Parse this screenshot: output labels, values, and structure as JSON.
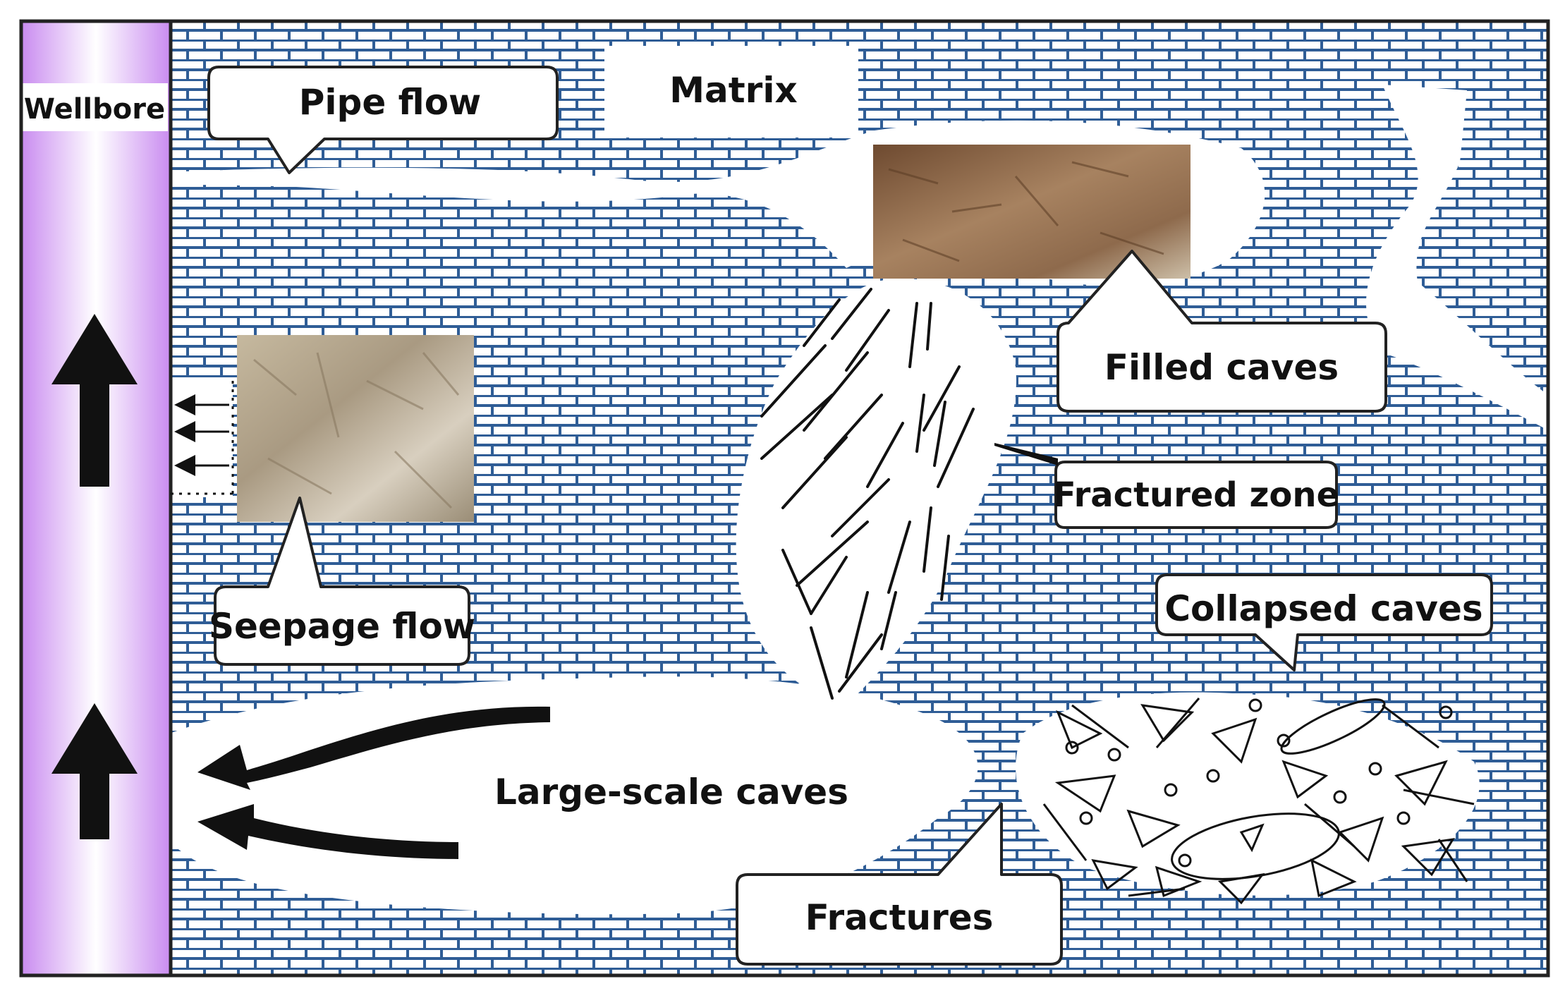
{
  "labels": {
    "wellbore": "Wellbore",
    "pipe_flow": "Pipe flow",
    "matrix": "Matrix",
    "filled_caves": "Filled caves",
    "fractured_zone": "Fractured zone",
    "collapsed_caves": "Collapsed caves",
    "seepage_flow": "Seepage flow",
    "large_scale_caves": "Large-scale caves",
    "fractures": "Fractures"
  },
  "colors": {
    "brick_background": "#ffffff",
    "brick_line": "#2f5d96",
    "wellbore_edge": "#c98bf0",
    "wellbore_center": "#ffffff",
    "frame": "#222222",
    "filled_cave_photo": "#8a6a4a",
    "seepage_photo": "#b8aa92"
  }
}
